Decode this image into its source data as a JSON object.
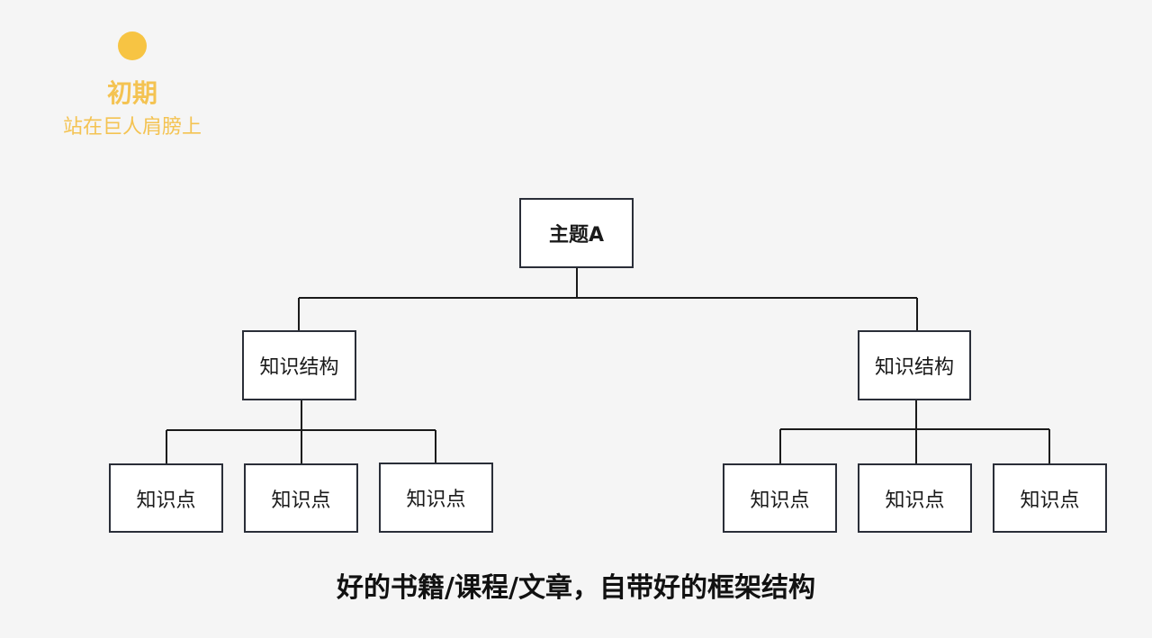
{
  "stage": {
    "title": "初期",
    "subtitle": "站在巨人肩膀上"
  },
  "diagram": {
    "root": "主题A",
    "branches": [
      {
        "label": "知识结构",
        "leaves": [
          "知识点",
          "知识点",
          "知识点"
        ]
      },
      {
        "label": "知识结构",
        "leaves": [
          "知识点",
          "知识点",
          "知识点"
        ]
      }
    ]
  },
  "caption": "好的书籍/课程/文章，自带好的框架结构",
  "colors": {
    "accent": "#f4c352",
    "border": "#2a2e38",
    "background": "#f5f5f5"
  }
}
